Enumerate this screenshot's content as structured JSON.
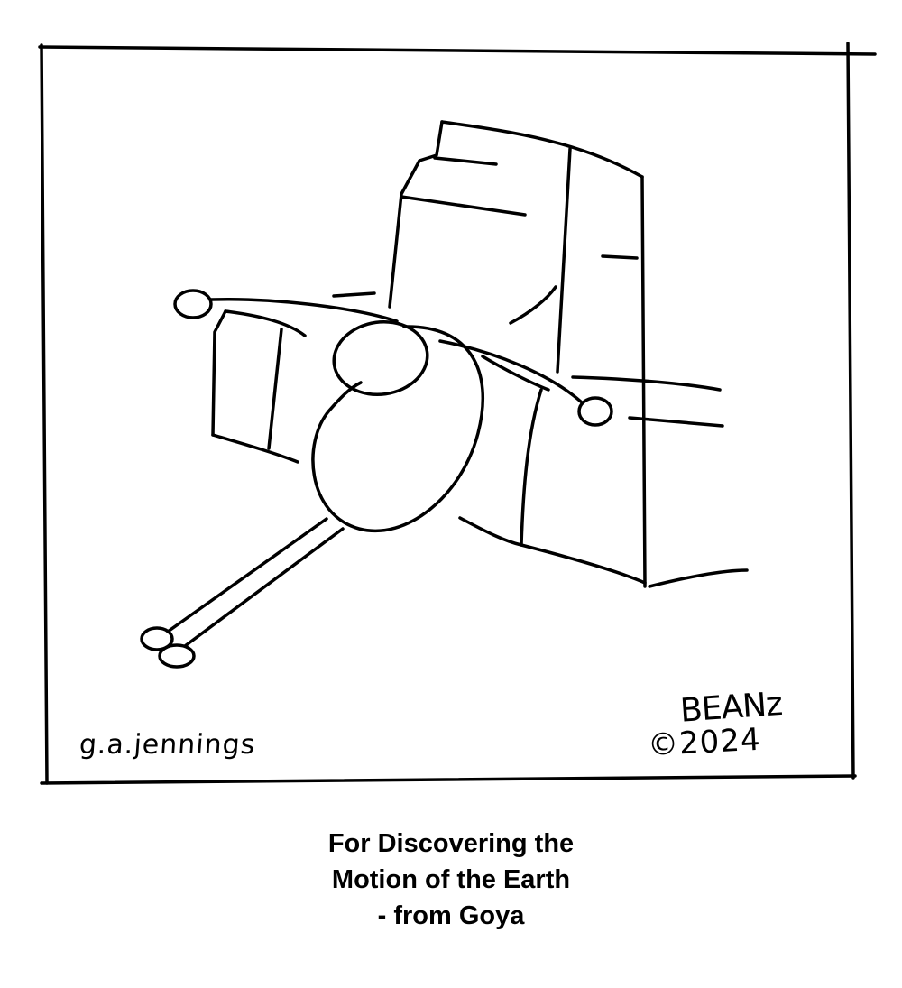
{
  "signature": {
    "artist": "g.a.jennings",
    "brand": "BEANz",
    "copyright": "©2024"
  },
  "caption": {
    "line1": "For Discovering the",
    "line2": "Motion of the Earth",
    "line3": "- from Goya"
  }
}
